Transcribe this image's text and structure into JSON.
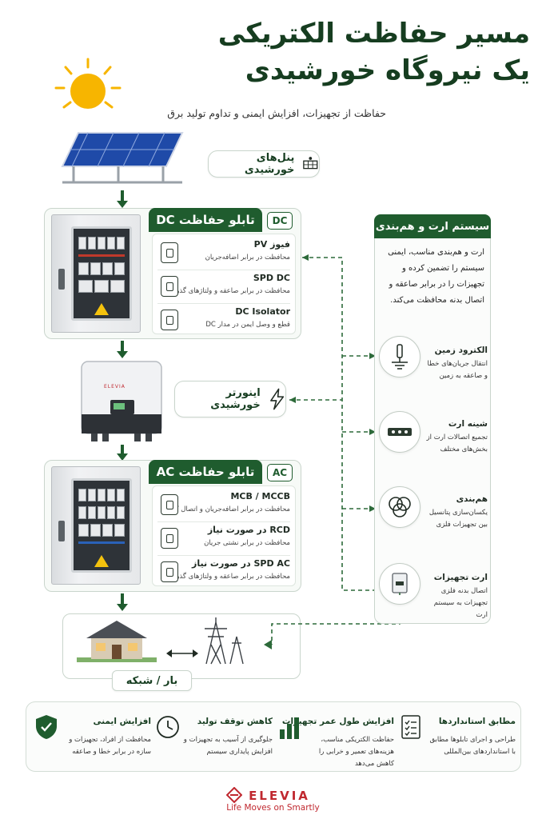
{
  "title": {
    "line1": "مسیر حفاظت الکتریکی",
    "line2": "یک نیروگاه خورشیدی",
    "subtitle": "حفاظت از تجهیزات، افزایش ایمنی و تداوم تولید برق"
  },
  "solar_panels": {
    "label": "پنل‌های خورشیدی"
  },
  "dc_panel": {
    "title": "تابلو حفاظت DC",
    "tag": "DC",
    "items": [
      {
        "title": "فیوز PV",
        "desc": "محافظت در برابر اضافه‌جریان"
      },
      {
        "title": "SPD DC",
        "desc": "محافظت در برابر صاعقه و ولتاژهای گذرا"
      },
      {
        "title": "DC Isolator",
        "desc": "قطع و وصل ایمن در مدار DC"
      }
    ]
  },
  "inverter": {
    "label": "اینورتر خورشیدی",
    "brand": "ELEVIA"
  },
  "ac_panel": {
    "title": "تابلو حفاظت AC",
    "tag": "AC",
    "items": [
      {
        "title": "MCB / MCCB",
        "desc": "محافظت در برابر اضافه‌جریان و اتصال کوتاه"
      },
      {
        "title": "RCD در صورت نیاز",
        "desc": "محافظت در برابر نشتی جریان"
      },
      {
        "title": "SPD AC در صورت نیاز",
        "desc": "محافظت در برابر صاعقه و ولتاژهای گذرا"
      }
    ]
  },
  "grid": {
    "label": "بار / شبکه"
  },
  "earthing": {
    "title": "سیستم ارت و هم‌بندی",
    "desc": "ارت و هم‌بندی مناسب، ایمنی سیستم را تضمین کرده و تجهیزات را در برابر صاعقه و اتصال بدنه محافظت می‌کند.",
    "items": [
      {
        "title": "الکترود زمین",
        "desc": "انتقال جریان‌های خطا و صاعقه به زمین"
      },
      {
        "title": "شینه ارت",
        "desc": "تجمیع اتصالات ارت از بخش‌های مختلف"
      },
      {
        "title": "هم‌بندی",
        "desc": "یکسان‌سازی پتانسیل بین تجهیزات فلزی"
      },
      {
        "title": "ارت تجهیزات",
        "desc": "اتصال بدنه فلزی تجهیزات به سیستم ارت"
      }
    ]
  },
  "benefits": [
    {
      "title": "مطابق استانداردها",
      "desc": "طراحی و اجرای تابلوها مطابق با استانداردهای بین‌المللی",
      "icon": "checklist-icon"
    },
    {
      "title": "افزایش طول عمر تجهیزات",
      "desc": "حفاظت الکتریکی مناسب، هزینه‌های تعمیر و خرابی را کاهش می‌دهد",
      "icon": "bar-chart-icon"
    },
    {
      "title": "کاهش توقف تولید",
      "desc": "جلوگیری از آسیب به تجهیزات و افزایش پایداری سیستم",
      "icon": "clock-icon"
    },
    {
      "title": "افزایش ایمنی",
      "desc": "محافظت از افراد، تجهیزات و سازه در برابر خطا و صاعقه",
      "icon": "shield-check-icon"
    }
  ],
  "footer": {
    "brand": "ELEVIA",
    "tagline": "Life Moves on Smartly"
  },
  "colors": {
    "primary_green": "#1f5c2e",
    "accent_red": "#c0282f",
    "sun_yellow": "#f7b500"
  }
}
